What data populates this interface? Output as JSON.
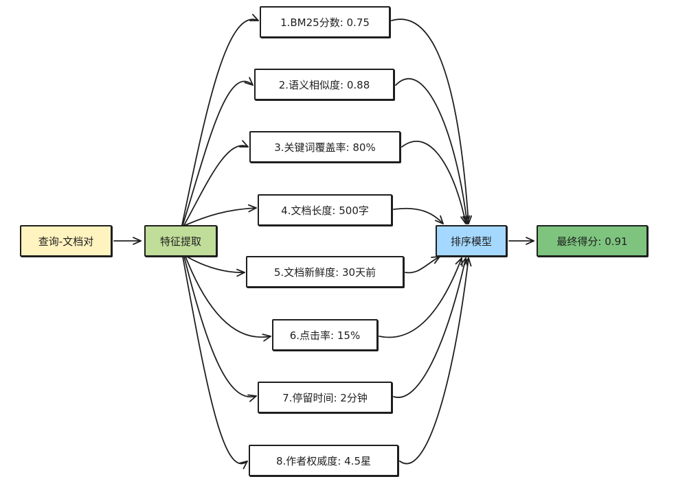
{
  "nodes": {
    "query_doc": {
      "label": "查询-文档对",
      "color": "#fff3bf"
    },
    "feature_extract": {
      "label": "特征提取",
      "color": "#c0dd9a"
    },
    "rank_model": {
      "label": "排序模型",
      "color": "#a5d8ff"
    },
    "final_score": {
      "label": "最终得分: 0.91",
      "color": "#7ec47f"
    }
  },
  "features": [
    {
      "label": "1.BM25分数: 0.75"
    },
    {
      "label": "2.语义相似度: 0.88"
    },
    {
      "label": "3.关键词覆盖率: 80%"
    },
    {
      "label": "4.文档长度: 500字"
    },
    {
      "label": "5.文档新鲜度: 30天前"
    },
    {
      "label": "6.点击率: 15%"
    },
    {
      "label": "7.停留时间: 2分钟"
    },
    {
      "label": "8.作者权威度: 4.5星"
    }
  ]
}
